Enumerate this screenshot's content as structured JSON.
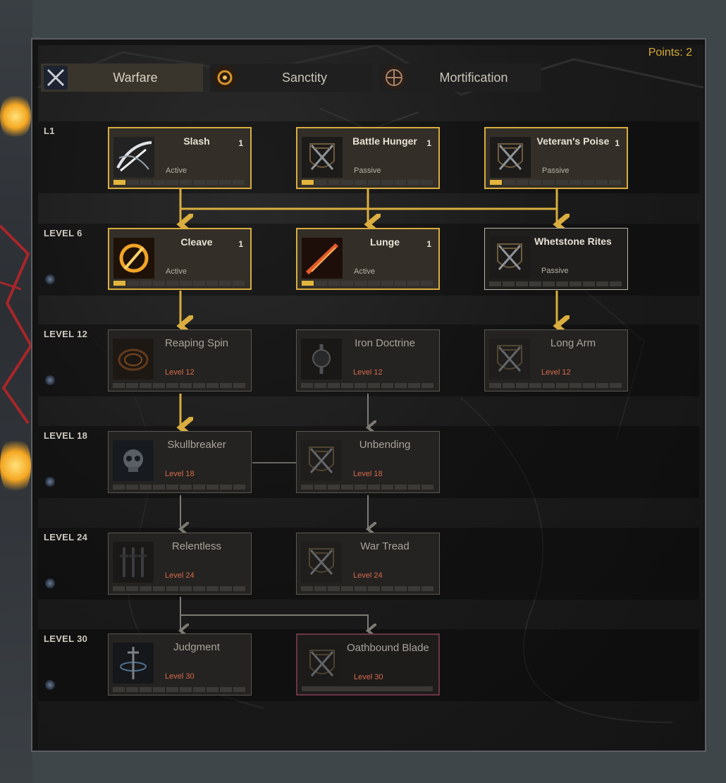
{
  "points_label": "Points: 2",
  "tabs": [
    {
      "label": "Warfare",
      "icon": "crossed-swords-icon",
      "active": true
    },
    {
      "label": "Sanctity",
      "icon": "holy-sun-icon",
      "active": false
    },
    {
      "label": "Mortification",
      "icon": "flagellant-sigil-icon",
      "active": false
    }
  ],
  "levels": [
    "L1",
    "LEVEL 6",
    "LEVEL 12",
    "LEVEL 18",
    "LEVEL 24",
    "LEVEL 30"
  ],
  "skills": [
    {
      "id": "slash",
      "name": "Slash",
      "rank": "1",
      "type": "Active",
      "icon": "slash-icon",
      "state": "gold",
      "progress": 1
    },
    {
      "id": "battle-hunger",
      "name": "Battle Hunger",
      "rank": "1",
      "type": "Passive",
      "icon": "crossed-swords-shield-icon",
      "state": "gold",
      "progress": 1
    },
    {
      "id": "veterans-poise",
      "name": "Veteran's Poise",
      "rank": "1",
      "type": "Passive",
      "icon": "crossed-swords-shield-icon",
      "state": "gold",
      "progress": 1
    },
    {
      "id": "cleave",
      "name": "Cleave",
      "rank": "1",
      "type": "Active",
      "icon": "cleave-icon",
      "state": "gold",
      "progress": 1
    },
    {
      "id": "lunge",
      "name": "Lunge",
      "rank": "1",
      "type": "Active",
      "icon": "lunge-icon",
      "state": "gold",
      "progress": 1
    },
    {
      "id": "whetstone-rites",
      "name": "Whetstone Rites",
      "rank": "",
      "type": "Passive",
      "icon": "crossed-swords-shield-icon",
      "state": "white",
      "progress": 0
    },
    {
      "id": "reaping-spin",
      "name": "Reaping Spin",
      "rank": "",
      "type": "Level 12",
      "icon": "reaping-spin-icon",
      "state": "dim",
      "progress": 0
    },
    {
      "id": "iron-doctrine",
      "name": "Iron Doctrine",
      "rank": "",
      "type": "Level 12",
      "icon": "iron-doctrine-icon",
      "state": "dim",
      "progress": 0
    },
    {
      "id": "long-arm",
      "name": "Long Arm",
      "rank": "",
      "type": "Level 12",
      "icon": "crossed-swords-shield-icon",
      "state": "dim",
      "progress": 0
    },
    {
      "id": "skullbreaker",
      "name": "Skullbreaker",
      "rank": "",
      "type": "Level 18",
      "icon": "skull-icon",
      "state": "dim",
      "progress": 0
    },
    {
      "id": "unbending",
      "name": "Unbending",
      "rank": "",
      "type": "Level 18",
      "icon": "crossed-swords-shield-icon",
      "state": "dim",
      "progress": 0
    },
    {
      "id": "relentless",
      "name": "Relentless",
      "rank": "",
      "type": "Level 24",
      "icon": "three-swords-icon",
      "state": "dim",
      "progress": 0
    },
    {
      "id": "war-tread",
      "name": "War Tread",
      "rank": "",
      "type": "Level 24",
      "icon": "crossed-swords-shield-icon",
      "state": "dim",
      "progress": 0
    },
    {
      "id": "judgment",
      "name": "Judgment",
      "rank": "",
      "type": "Level 30",
      "icon": "judgment-sword-icon",
      "state": "dim",
      "progress": 0
    },
    {
      "id": "oathbound-blade",
      "name": "Oathbound Blade",
      "rank": "",
      "type": "Level 30",
      "icon": "crossed-swords-shield-icon",
      "state": "purple",
      "progress": 0
    }
  ],
  "colors": {
    "gold": "#d9ad3f",
    "dim_text": "#d36a4b",
    "ultimate_border": "#6a3447"
  }
}
